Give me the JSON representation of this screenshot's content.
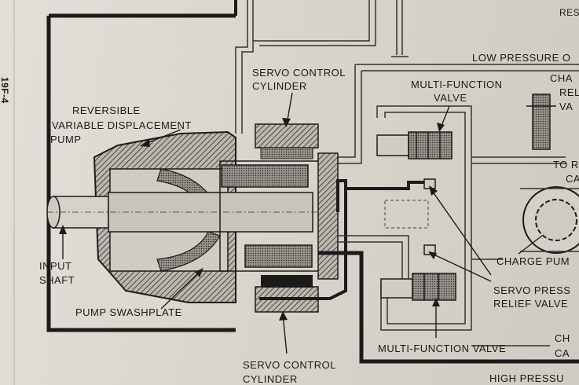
{
  "page_marker": "19F-4",
  "labels": {
    "reversible_pump": [
      "REVERSIBLE",
      "VARIABLE DISPLACEMENT",
      "PUMP"
    ],
    "servo_cylinder_top": [
      "SERVO CONTROL",
      "CYLINDER"
    ],
    "servo_cylinder_bottom": [
      "SERVO CONTROL",
      "CYLINDER"
    ],
    "multi_function_valve_top": [
      "MULTI-FUNCTION",
      "VALVE"
    ],
    "multi_function_valve_bottom": "MULTI-FUNCTION VALVE",
    "input_shaft": [
      "INPUT",
      "SHAFT"
    ],
    "pump_swashplate": "PUMP SWASHPLATE",
    "low_pressure": "LOW PRESSURE O",
    "high_pressure": "HIGH PRESSU",
    "charge_relief": [
      "CHA",
      "RELI",
      "VA"
    ],
    "to_r": [
      "TO R",
      "CA"
    ],
    "charge_pump": "CHARGE PUM",
    "servo_pressure_relief": [
      "SERVO PRESS",
      "RELIEF VALVE"
    ],
    "ch_bottom_right": [
      "CH",
      "CA"
    ],
    "res_top": "RES"
  }
}
